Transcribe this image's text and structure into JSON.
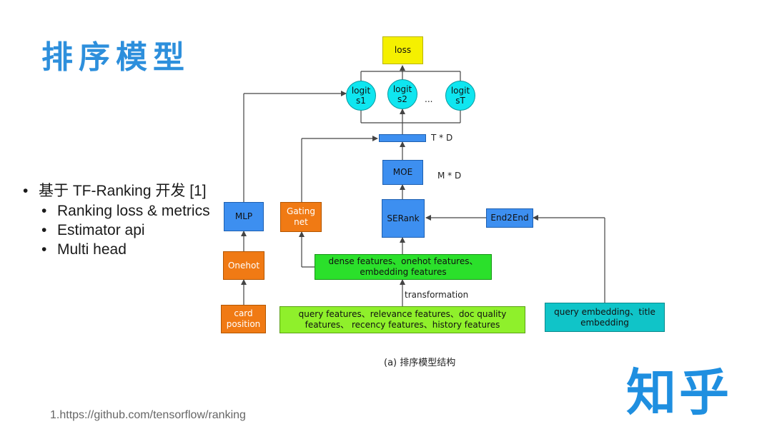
{
  "slide": {
    "title": "排序模型",
    "bullets": [
      {
        "level": 1,
        "text": "基于 TF-Ranking 开发 [1]"
      },
      {
        "level": 2,
        "text": "Ranking loss & metrics"
      },
      {
        "level": 2,
        "text": "Estimator api"
      },
      {
        "level": 2,
        "text": "Multi head"
      }
    ],
    "footnote": "1.https://github.com/tensorflow/ranking",
    "brand": "知乎"
  },
  "diagram": {
    "caption": "(a) 排序模型结构",
    "nodes": {
      "loss": "loss",
      "logit1": "logit\ns1",
      "logit2": "logit\ns2",
      "ellipsis": "...",
      "logitT": "logit\nsT",
      "td_label": "T * D",
      "moe": "MOE",
      "md_label": "M * D",
      "mlp": "MLP",
      "gating": "Gating\nnet",
      "serank": "SERank",
      "end2end": "End2End",
      "onehot": "Onehot",
      "dense": "dense features、onehot features、\nembedding features",
      "transformation": "transformation",
      "card": "card\nposition",
      "query_features": "query features、relevance features、doc quality\nfeatures、 recency features、history features",
      "query_embedding": "query embedding、title\nembedding"
    },
    "colors": {
      "blue": "#3d8ff0",
      "orange": "#f07a14",
      "green": "#2be02b",
      "lime": "#8ff02b",
      "teal": "#10c4c8",
      "yellow": "#f5f000",
      "cyan": "#0fe6f0",
      "title_blue": "#2d8fdc"
    }
  }
}
